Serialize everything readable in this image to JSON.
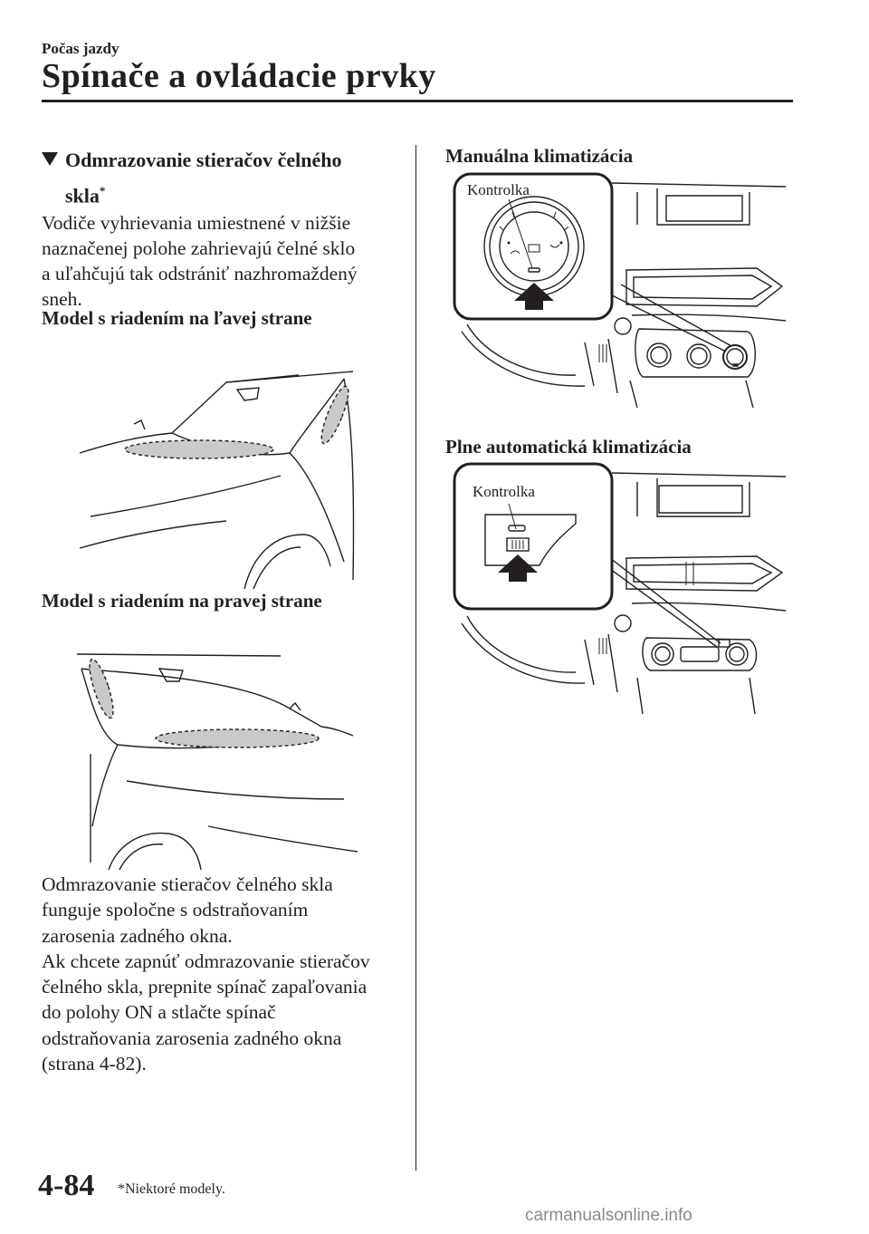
{
  "header": {
    "section": "Počas jazdy",
    "title": "Spínače a ovládacie prvky"
  },
  "heading": {
    "line1": "Odmrazovanie stieračov čelného",
    "line2": "skla",
    "asterisk": "*"
  },
  "intro": {
    "lines": [
      "Vodiče vyhrievania umiestnené v nižšie",
      "naznačenej polohe zahrievajú čelné sklo",
      "a uľahčujú tak odstrániť nazhromaždený",
      "sneh."
    ]
  },
  "subheadings": {
    "lhd": "Model s riadením na ľavej strane",
    "rhd": "Model s riadením na pravej strane",
    "manual": "Manuálna klimatizácia",
    "auto": "Plne automatická klimatizácia"
  },
  "callouts": {
    "manual": "Kontrolka",
    "auto": "Kontrolka"
  },
  "body": {
    "lines": [
      "Odmrazovanie stieračov čelného skla",
      "funguje spoločne s odstraňovaním",
      "zarosenia zadného okna.",
      "Ak chcete zapnúť odmrazovanie stieračov",
      "čelného skla, prepnite spínač zapaľovania",
      "do polohy ON a stlačte spínač",
      "odstraňovania zarosenia zadného okna",
      "(strana 4-82)."
    ]
  },
  "footer": {
    "page_number": "4-84",
    "footnote": "*Niektoré modely.",
    "watermark": "carmanualsonline.info"
  }
}
